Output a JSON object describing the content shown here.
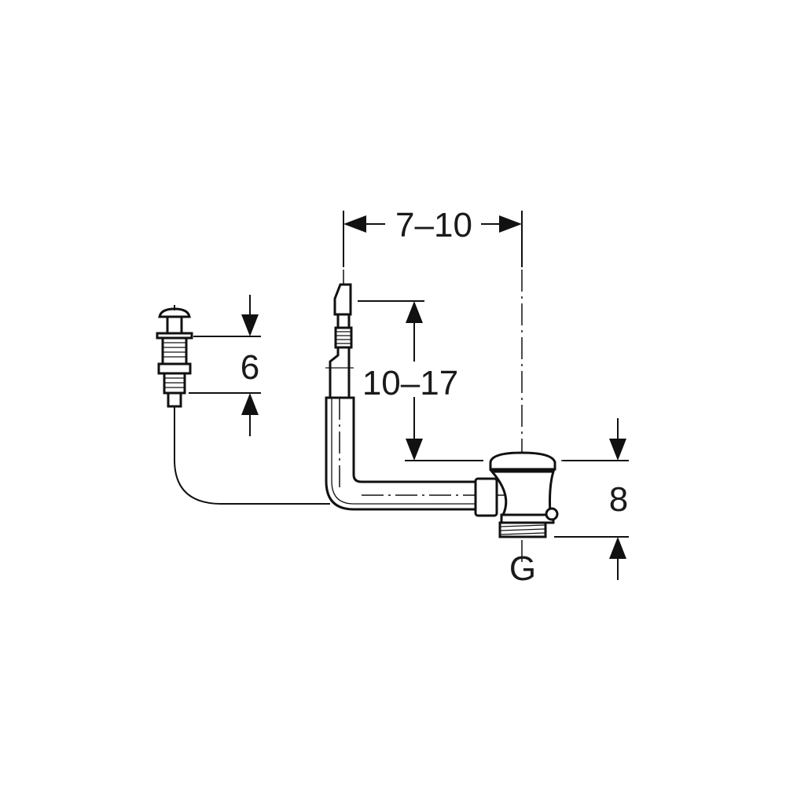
{
  "diagram": {
    "dimensions": {
      "horizontal_offset": "7–10",
      "overflow_height": "10–17",
      "button_height": "6",
      "drain_height": "8",
      "thread_label": "G"
    },
    "line_color": "#111111",
    "background": "#ffffff"
  }
}
